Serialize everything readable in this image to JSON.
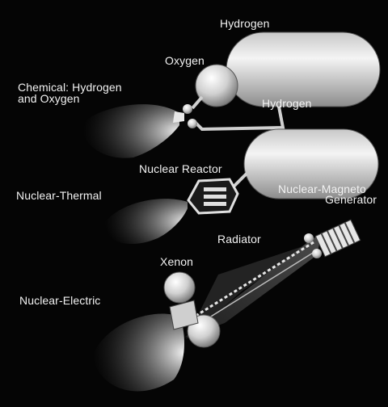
{
  "colors": {
    "background": "#050505",
    "text": "#f2f2f2",
    "hardware": "#d8d8d8"
  },
  "labels": {
    "hydrogen_top": "Hydrogen",
    "oxygen": "Oxygen",
    "chemical_line1": "Chemical: Hydrogen",
    "chemical_line2": "and Oxygen",
    "hydrogen_bottom": "Hydrogen",
    "nuclear_reactor": "Nuclear Reactor",
    "nuclear_thermal": "Nuclear-Thermal",
    "magneto_line1": "Nuclear-Magneto",
    "magneto_line2": "Generator",
    "radiator": "Radiator",
    "xenon": "Xenon",
    "nuclear_electric": "Nuclear-Electric"
  }
}
